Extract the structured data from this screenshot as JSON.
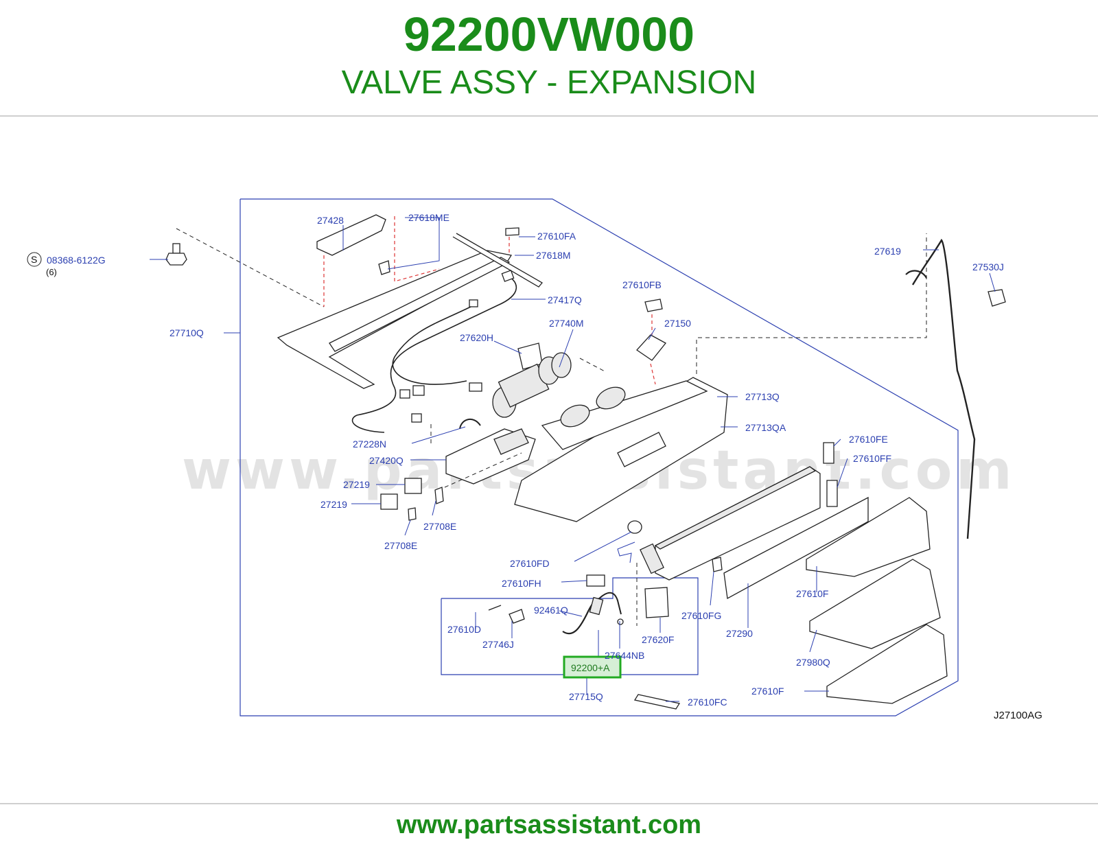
{
  "header": {
    "part_number": "92200VW000",
    "part_name": "VALVE ASSY - EXPANSION"
  },
  "footer": {
    "url": "www.partsassistant.com"
  },
  "diagram": {
    "watermark": "www.partsassistant.com",
    "code": "J27100AG",
    "screw_symbol": "S",
    "screw_part": "08368-6122G",
    "screw_qty": "(6)",
    "highlighted_part": "92200+A",
    "highlight_color": "#22aa22",
    "labels": {
      "p27428": "27428",
      "p27618ME": "27618ME",
      "p27610FA": "27610FA",
      "p27618M": "27618M",
      "p27417Q": "27417Q",
      "p27710Q": "27710Q",
      "p27740M": "27740M",
      "p27620H": "27620H",
      "p27610FB": "27610FB",
      "p27150": "27150",
      "p27619": "27619",
      "p27530J": "27530J",
      "p27713Q": "27713Q",
      "p27713QA": "27713QA",
      "p27228N": "27228N",
      "p27420Q": "27420Q",
      "p27219a": "27219",
      "p27219b": "27219",
      "p27708Ea": "27708E",
      "p27708Eb": "27708E",
      "p27610FE": "27610FE",
      "p27610FF": "27610FF",
      "p27610FD": "27610FD",
      "p27610FH": "27610FH",
      "p92461Q": "92461Q",
      "p27610D": "27610D",
      "p27746J": "27746J",
      "p27644NB": "27644NB",
      "p27620F": "27620F",
      "p27610FG": "27610FG",
      "p27290": "27290",
      "p27610Fa": "27610F",
      "p27980Q": "27980Q",
      "p27610Fb": "27610F",
      "p27715Q": "27715Q",
      "p27610FC": "27610FC"
    }
  }
}
